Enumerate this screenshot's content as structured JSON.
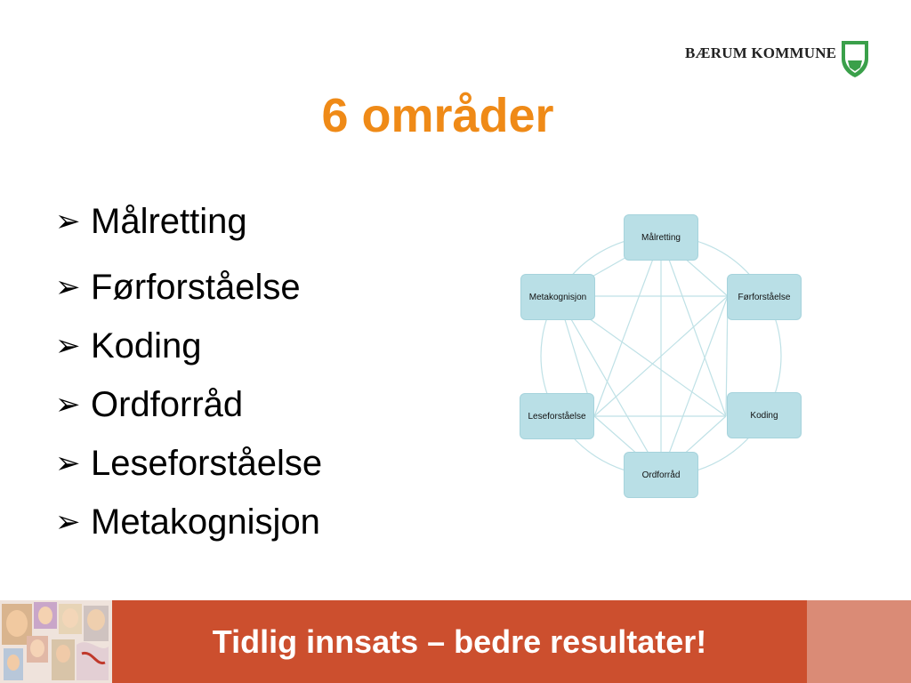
{
  "header": {
    "logo_text": "BÆRUM KOMMUNE",
    "logo_icon": "baerum-shield-icon"
  },
  "slide": {
    "title": "6 områder",
    "bullet_icon": "arrow-bullet-icon",
    "bullet_glyph": "➢",
    "bullets": [
      "Målretting",
      "Førforståelse",
      "Koding",
      "Ordforråd",
      "Leseforståelse",
      "Metakognisjon"
    ]
  },
  "diagram": {
    "nodes": [
      "Målretting",
      "Førforståelse",
      "Koding",
      "Ordforråd",
      "Leseforståelse",
      "Metakognisjon"
    ]
  },
  "footer": {
    "slogan": "Tidlig innsats – bedre resultater!"
  },
  "colors": {
    "title": "#ef8a17",
    "footer_band": "#cc4f2e",
    "footer_end": "#da8b76",
    "node_fill": "#b9dfe6",
    "diagram_lines": "#bfe1e6",
    "logo_green": "#3aa04a"
  }
}
